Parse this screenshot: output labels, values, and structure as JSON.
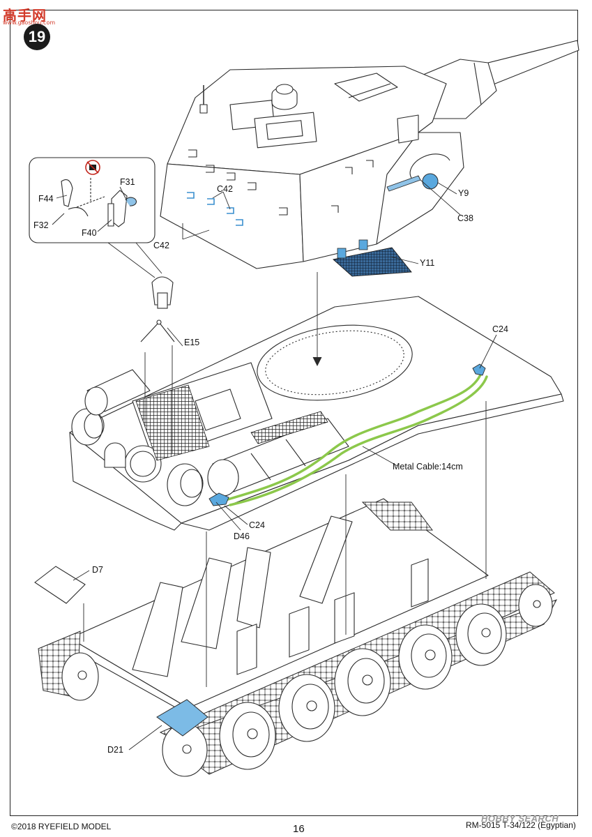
{
  "watermark": {
    "title": "高手网",
    "url": "www.gaoshou.com"
  },
  "step_number": "19",
  "labels": {
    "Y9": "Y9",
    "C38": "C38",
    "Y11": "Y11",
    "C42_top": "C42",
    "C42_bottom": "C42",
    "F31": "F31",
    "F44": "F44",
    "F32": "F32",
    "F40": "F40",
    "E15": "E15",
    "C24_top": "C24",
    "C24_bottom": "C24",
    "D46": "D46",
    "metal_cable": "Metal Cable:14cm",
    "D7": "D7",
    "D21": "D21"
  },
  "footer": {
    "copyright": "©2018 RYEFIELD MODEL",
    "page": "16",
    "product": "RM-5015 T-34/122 (Egyptian)",
    "hs_watermark": "HOBBY SEARCH"
  },
  "colors": {
    "highlight_blue": "#5aa8de",
    "cable_green": "#8cc84b",
    "line": "#2a2a2a"
  }
}
